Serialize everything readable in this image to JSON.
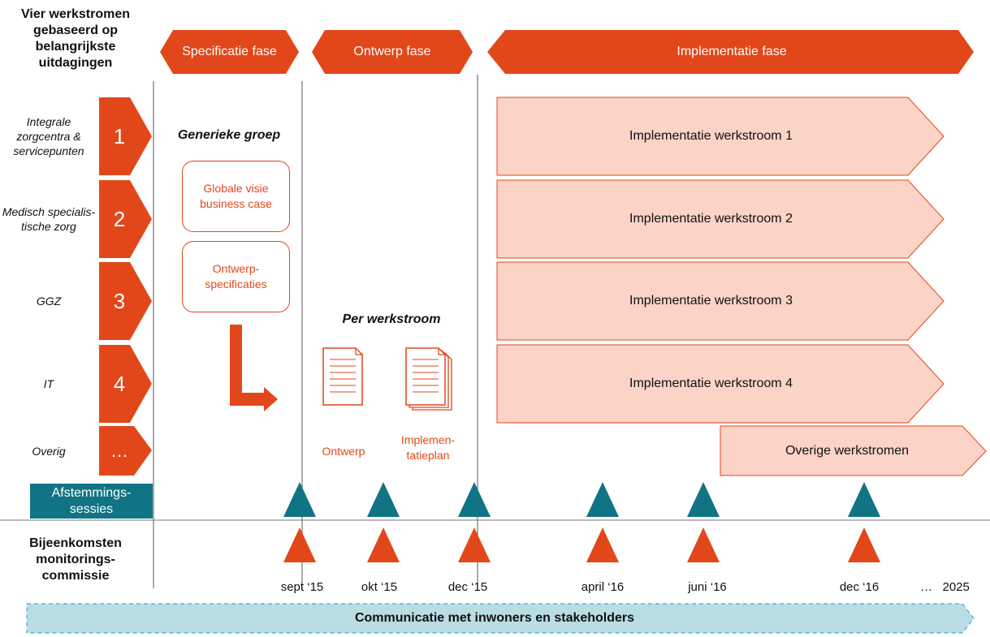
{
  "colors": {
    "orange": "#e2471a",
    "light_orange": "#fbd3c7",
    "teal": "#107484",
    "light_teal": "#b8dde2",
    "dashed_border": "#4aa8d8"
  },
  "header_left": "Vier werkstromen gebaseerd op belangrijkste uitdagingen",
  "phases": {
    "spec": "Specificatie fase",
    "ontwerp": "Ontwerp fase",
    "impl": "Implementatie fase"
  },
  "streams": [
    {
      "label": "Integrale zorgcentra & servicepunten",
      "num": "1"
    },
    {
      "label": "Medisch specialis- tische zorg",
      "num": "2"
    },
    {
      "label": "GGZ",
      "num": "3"
    },
    {
      "label": "IT",
      "num": "4"
    },
    {
      "label": "Overig",
      "num": "…"
    }
  ],
  "generic_group": {
    "title": "Generieke groep",
    "box1": "Globale visie business case",
    "box2": "Ontwerp- specificaties"
  },
  "per_stream": {
    "title": "Per werkstroom",
    "doc1": "Ontwerp",
    "doc2": "Implemen- tatieplan"
  },
  "implementations": [
    "Implementatie  werkstroom 1",
    "Implementatie  werkstroom 2",
    "Implementatie  werkstroom 3",
    "Implementatie  werkstroom 4",
    "Overige werkstromen"
  ],
  "afstemming_label": "Afstemmings- sessies",
  "monitoring_label": "Bijeenkomsten monitorings- commissie",
  "dates": [
    "sept ‘15",
    "okt ‘15",
    "dec ‘15",
    "april ‘16",
    "juni ‘16",
    "dec ‘16"
  ],
  "dates_end": "…   2025",
  "communication": "Communicatie met inwoners en stakeholders"
}
